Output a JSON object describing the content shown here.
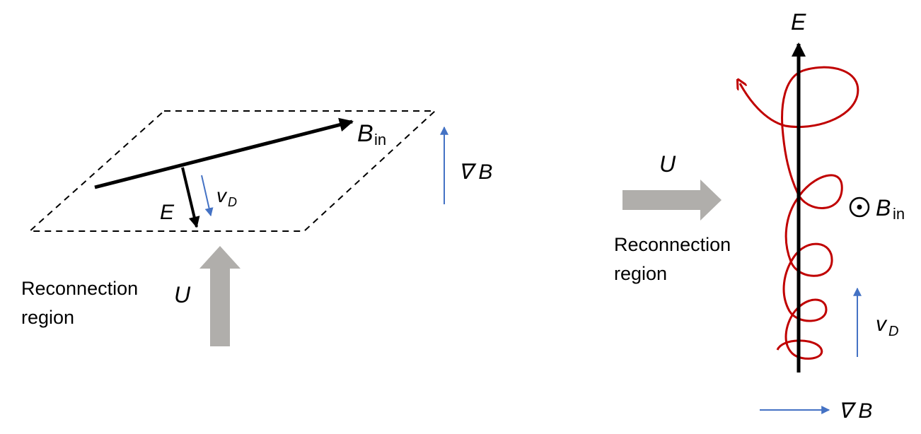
{
  "left_panel": {
    "b_label": "B",
    "b_sub": "in",
    "e_label": "E",
    "vd_label": "v",
    "vd_sub": "D",
    "gradb_label": "∇ B",
    "u_label": "U",
    "region_line1": "Reconnection",
    "region_line2": "region"
  },
  "right_panel": {
    "e_label": "E",
    "u_label": "U",
    "region_line1": "Reconnection",
    "region_line2": "region",
    "b_symbol": "⨀",
    "b_label": "B",
    "b_sub": "in",
    "vd_label": "v",
    "vd_sub": "D",
    "gradb_label": "∇ B"
  },
  "colors": {
    "field_arrow": "#000000",
    "drift_arrow": "#4472c4",
    "flow_arrow": "#b0aeab",
    "orbit": "#c00000",
    "plane_outline": "#000000"
  }
}
